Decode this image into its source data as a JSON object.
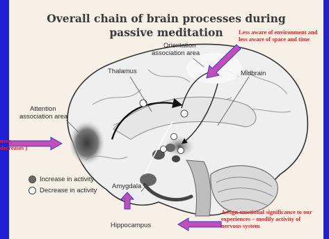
{
  "title": {
    "line1": "Overall chain of brain processes during",
    "line2": "passive meditation"
  },
  "labels": {
    "orientation_line1": "Orientation",
    "orientation_line2": "association area",
    "thalamus": "Thalamus",
    "midbrain": "Midbrain",
    "attention_line1": "Attention",
    "attention_line2": "association area",
    "amygdala": "Amygdala",
    "hippocampus": "Hippocampus"
  },
  "legend": {
    "increase": "Increase in activity",
    "decrease": "Decrease in activity"
  },
  "annotations": {
    "awareness_line1": "Less aware of environment and",
    "awareness_line2": "less aware of space and time",
    "left_line1": "nses,",
    "left_line2": "decreases )",
    "emotion_line1": "Assign emotional significance to our",
    "emotion_line2": "experiences – modify activity of",
    "emotion_line3": "nervous system"
  },
  "colors": {
    "background": "#1f1fd6",
    "panel": "#f6f0e6",
    "annotation_text": "#ff1a1a",
    "arrow_fill": "#c24fb6"
  }
}
